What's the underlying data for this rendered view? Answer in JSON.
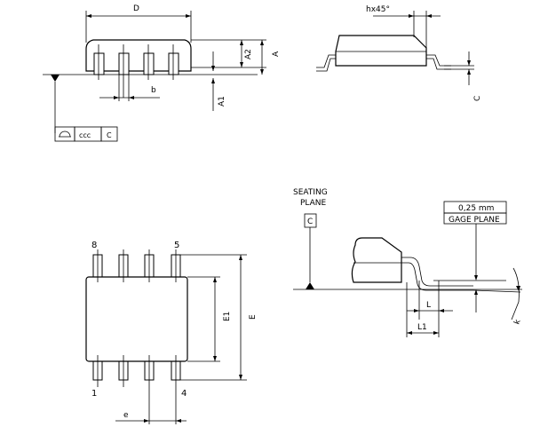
{
  "labels": {
    "D": "D",
    "A": "A",
    "A1": "A1",
    "A2": "A2",
    "b": "b",
    "ccc": "ccc",
    "C_frame": "C",
    "hx45": "hx45°",
    "C_side": "C",
    "E": "E",
    "E1": "E1",
    "e": "e",
    "pin8": "8",
    "pin5": "5",
    "pin1": "1",
    "pin4": "4",
    "seating_line1": "SEATING",
    "seating_line2": "PLANE",
    "C_seating": "C",
    "gage_value": "0,25 mm",
    "gage_plane": "GAGE PLANE",
    "L": "L",
    "L1": "L1",
    "k": "k"
  }
}
